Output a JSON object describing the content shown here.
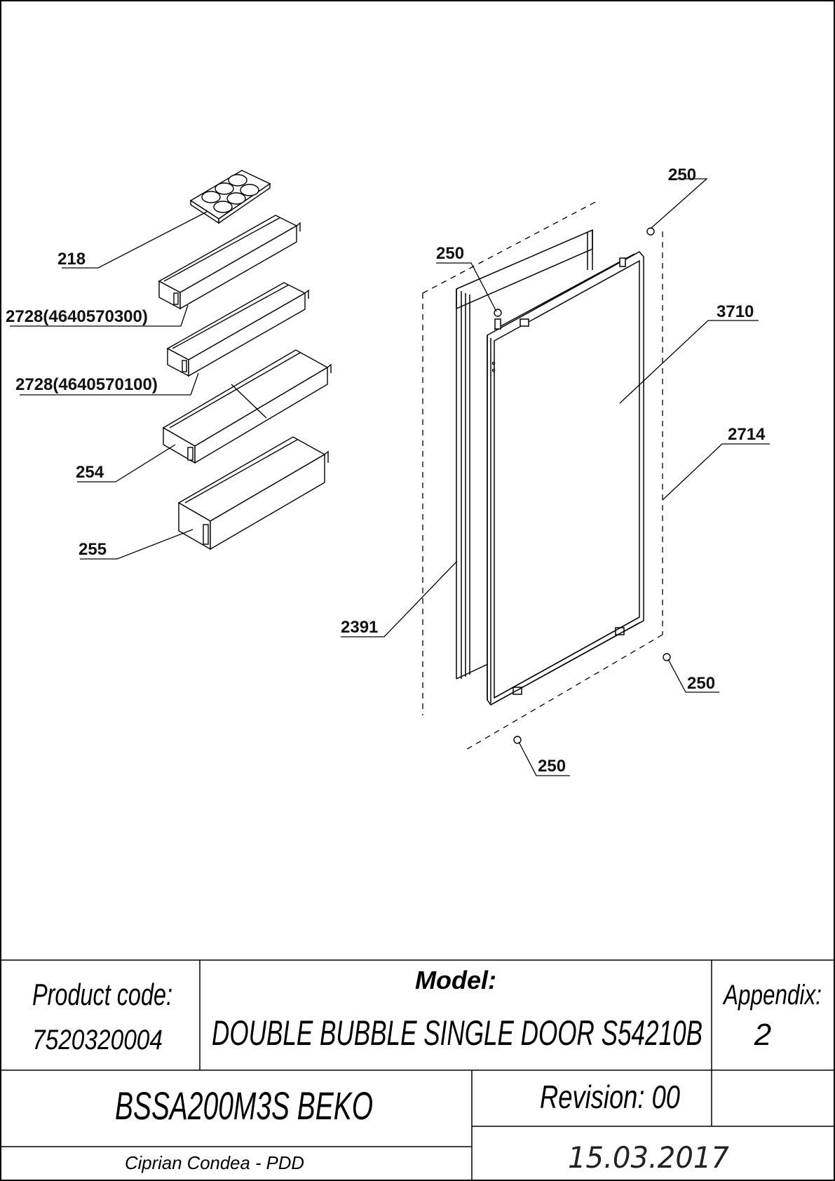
{
  "callouts": {
    "c218": "218",
    "c2728a": "2728(4640570300)",
    "c2728b": "2728(4640570100)",
    "c254": "254",
    "c255": "255",
    "c2391": "2391",
    "c250_top_left": "250",
    "c250_top_right": "250",
    "c3710": "3710",
    "c2714": "2714",
    "c250_bottom_right": "250",
    "c250_bottom": "250"
  },
  "title_block": {
    "product_code_label": "Product code:",
    "product_code": "7520320004",
    "model_label": "Model:",
    "model": "DOUBLE BUBBLE SINGLE DOOR S54210B",
    "appendix_label": "Appendix:",
    "appendix": "2",
    "product_name": "BSSA200M3S BEKO",
    "revision": "Revision: 00",
    "author": "Ciprian Condea - PDD",
    "date": "15.03.2017"
  }
}
